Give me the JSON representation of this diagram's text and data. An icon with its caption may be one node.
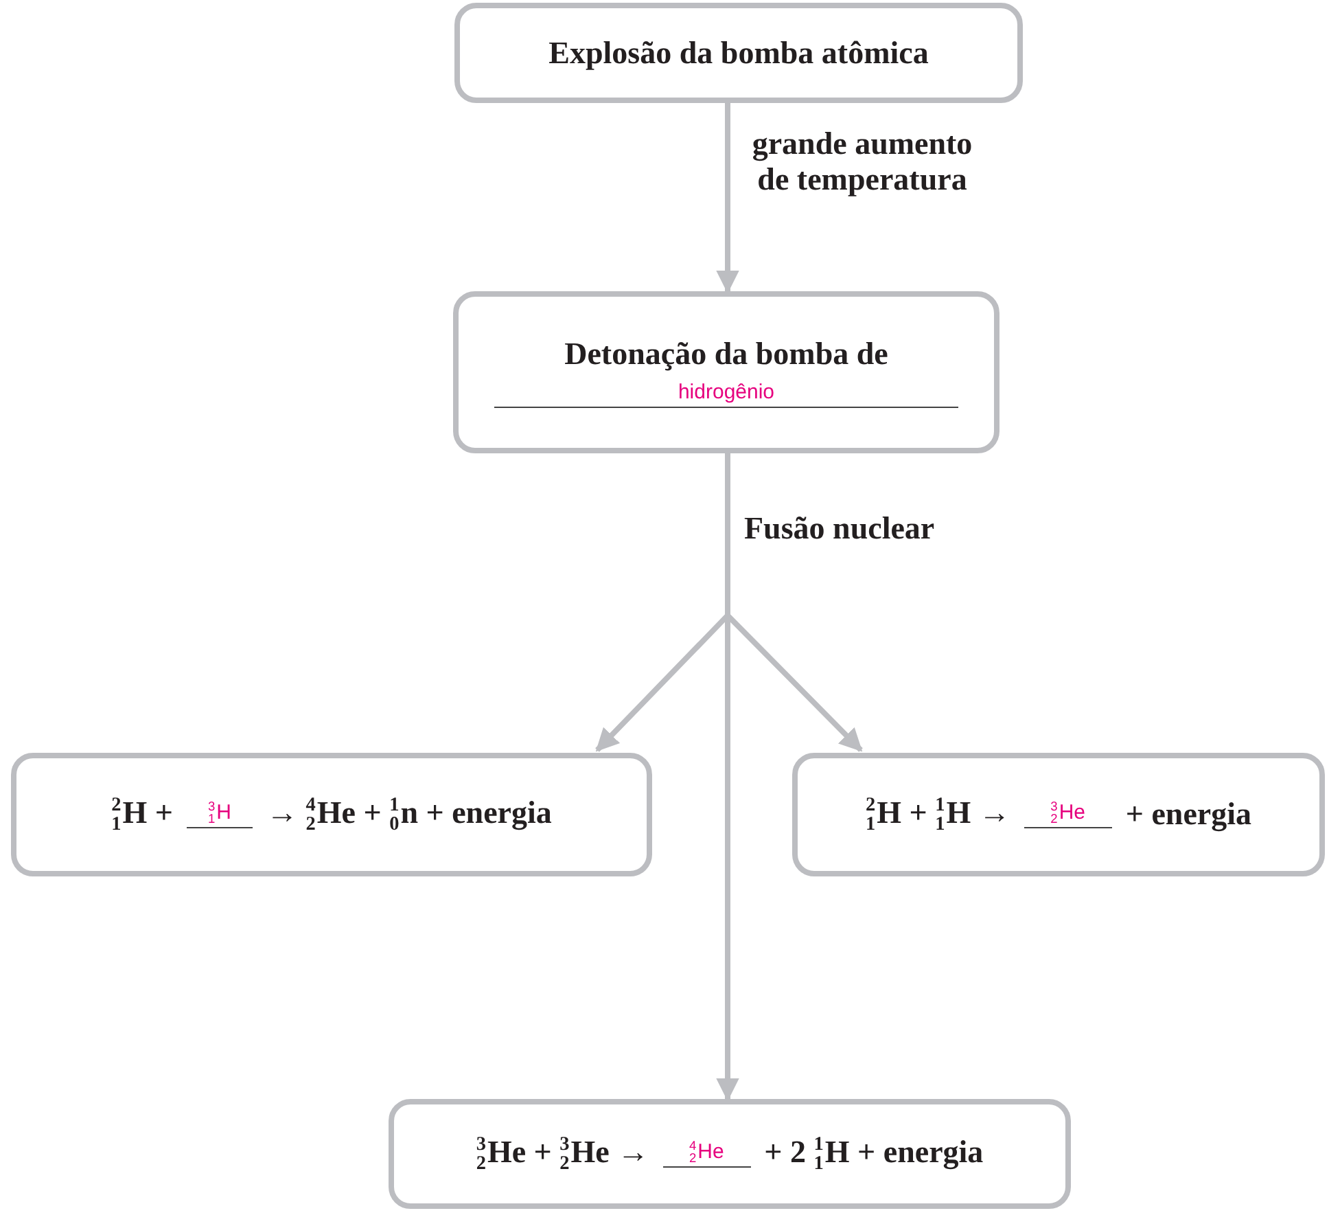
{
  "diagram": {
    "nodes": [
      {
        "text": [
          "Explosão da bomba atômica"
        ]
      },
      {
        "text": [
          "Detonação da bomba de",
          "hidrogênio"
        ]
      },
      {
        "text": [
          "$^{2}$$_{1}$H +",
          "$^{3}$$_{1}$H",
          "→ $^{4}$$_{2}$He + $^{1}$$_{0}$n + energia"
        ]
      },
      {
        "text": [
          "$^{2}$$_{1}$H + $^{1}$$_{1}$H →",
          "$^{3}$$_{2}$He",
          "+ energia"
        ]
      },
      {
        "text": [
          "$^{3}$$_{2}$He + $^{3}$$_{2}$He →",
          "$^{4}$$_{2}$He",
          "+ 2 $^{1}$$_{1}$H + energia"
        ]
      }
    ],
    "edges": [
      {
        "from": 0,
        "to": 1,
        "arrow": "to",
        "label": "grande aumento de temperatura"
      },
      {
        "from": 1,
        "to": 2,
        "arrow": "to"
      },
      {
        "from": 1,
        "to": 3,
        "arrow": "to"
      },
      {
        "from": 1,
        "to": 4,
        "arrow": "to"
      }
    ],
    "labels": [
      "Fusão nuclear"
    ]
  }
}
